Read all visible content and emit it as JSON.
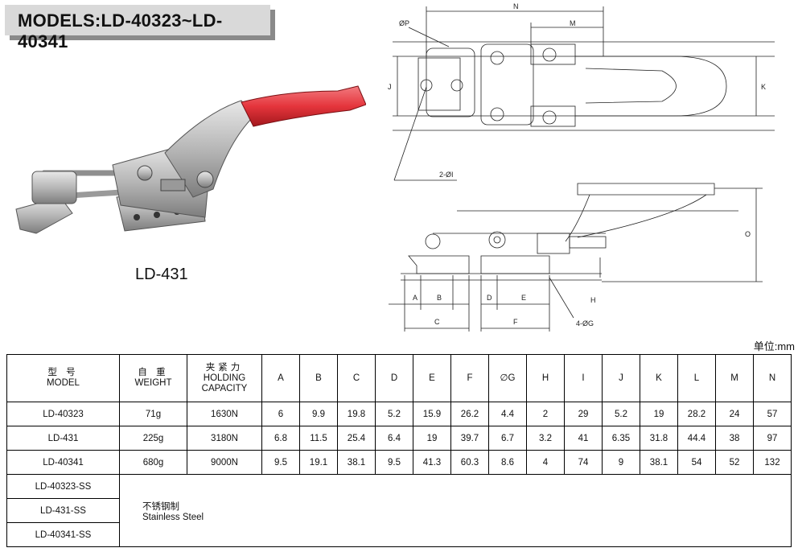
{
  "title": "MODELS:LD-40323~LD-40341",
  "photo_caption": "LD-431",
  "unit_label": "单位:mm",
  "drawing_labels": {
    "N": "N",
    "M": "M",
    "phiP": "ØP",
    "J": "J",
    "K": "K",
    "two_phiI": "2-ØI",
    "O": "O",
    "H": "H",
    "four_phiG": "4-ØG",
    "A": "A",
    "B": "B",
    "C": "C",
    "D": "D",
    "E": "E",
    "F": "F"
  },
  "colors": {
    "handle": "#e5353c",
    "metal": "#b5b5b5",
    "title_bg": "#d9d9d9",
    "title_shadow": "#8a8a8a"
  },
  "table": {
    "header_model_zh": "型 号",
    "header_model_en": "MODEL",
    "header_weight_zh": "自 重",
    "header_weight_en": "WEIGHT",
    "header_holding_zh": "夹紧力",
    "header_holding_en1": "HOLDING",
    "header_holding_en2": "CAPACITY",
    "dim_headers": [
      "A",
      "B",
      "C",
      "D",
      "E",
      "F",
      "∅G",
      "H",
      "I",
      "J",
      "K",
      "L",
      "M",
      "N"
    ],
    "rows": [
      {
        "model": "LD-40323",
        "weight": "71g",
        "holding": "1630N",
        "dims": [
          "6",
          "9.9",
          "19.8",
          "5.2",
          "15.9",
          "26.2",
          "4.4",
          "2",
          "29",
          "5.2",
          "19",
          "28.2",
          "24",
          "57"
        ]
      },
      {
        "model": "LD-431",
        "weight": "225g",
        "holding": "3180N",
        "dims": [
          "6.8",
          "11.5",
          "25.4",
          "6.4",
          "19",
          "39.7",
          "6.7",
          "3.2",
          "41",
          "6.35",
          "31.8",
          "44.4",
          "38",
          "97"
        ]
      },
      {
        "model": "LD-40341",
        "weight": "680g",
        "holding": "9000N",
        "dims": [
          "9.5",
          "19.1",
          "38.1",
          "9.5",
          "41.3",
          "60.3",
          "8.6",
          "4",
          "74",
          "9",
          "38.1",
          "54",
          "52",
          "132"
        ]
      }
    ],
    "ss_models": [
      "LD-40323-SS",
      "LD-431-SS",
      "LD-40341-SS"
    ],
    "ss_note_zh": "不锈钢制",
    "ss_note_en": "Stainless Steel"
  }
}
